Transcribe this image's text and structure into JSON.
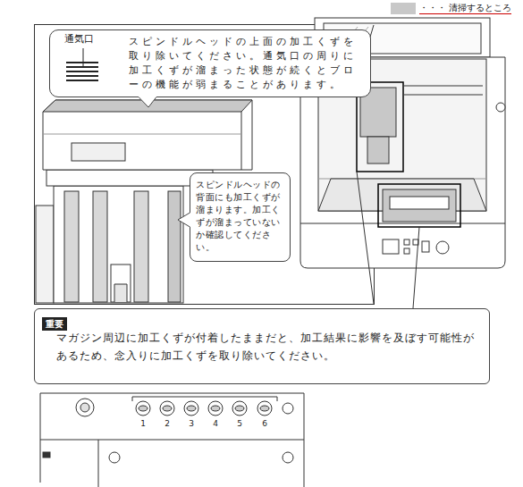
{
  "diagram": {
    "nodes": [
      {
        "text": [
          "通気口",
          "スピンドルヘッドの上面の加工くずを取り除いてください。通気口の周りに加工くずが溜まった状態が続くとブローの機能が弱まることがあります。"
        ]
      },
      {
        "text": [
          "スピンドルヘッドの背面にも加工くずが溜まります。加工くずが溜まっていないか確認してください。"
        ]
      },
      {
        "text": [
          "重要",
          "マガジン周辺に加工くずが付着したままだと、加工結果に影響を及ぼす可能性があるため、念入りに加工くずを取り除いてください。"
        ]
      }
    ],
    "labels": [
      "1",
      "2",
      "3",
      "4",
      "5",
      "6"
    ],
    "legend": [
      {
        "text": "・・・ 清掃するところ",
        "color": "#c8c8c8"
      }
    ]
  }
}
